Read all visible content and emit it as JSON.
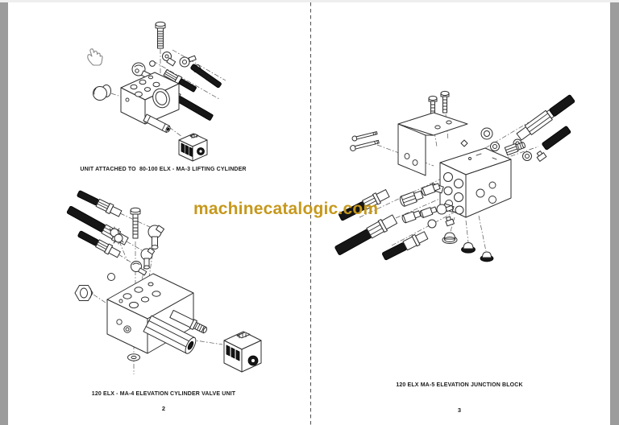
{
  "viewer": {
    "background_color": "#ffffff",
    "margin_color": "#9c9c9c",
    "top_line_color": "#eeeeee",
    "divider_color": "#4f4f4f"
  },
  "watermark": {
    "text": "machinecatalogic.com",
    "color": "#c6981c"
  },
  "left_page": {
    "page_number": "2",
    "figure_top": {
      "caption": "UNIT ATTACHED TO  80-100 ELX - MA-3 LIFTING CYLINDER"
    },
    "figure_bottom": {
      "caption": "120 ELX - MA-4 ELEVATION CYLINDER VALVE UNIT"
    }
  },
  "right_page": {
    "page_number": "3",
    "figure": {
      "caption": "120 ELX MA-5 ELEVATION JUNCTION BLOCK"
    }
  }
}
